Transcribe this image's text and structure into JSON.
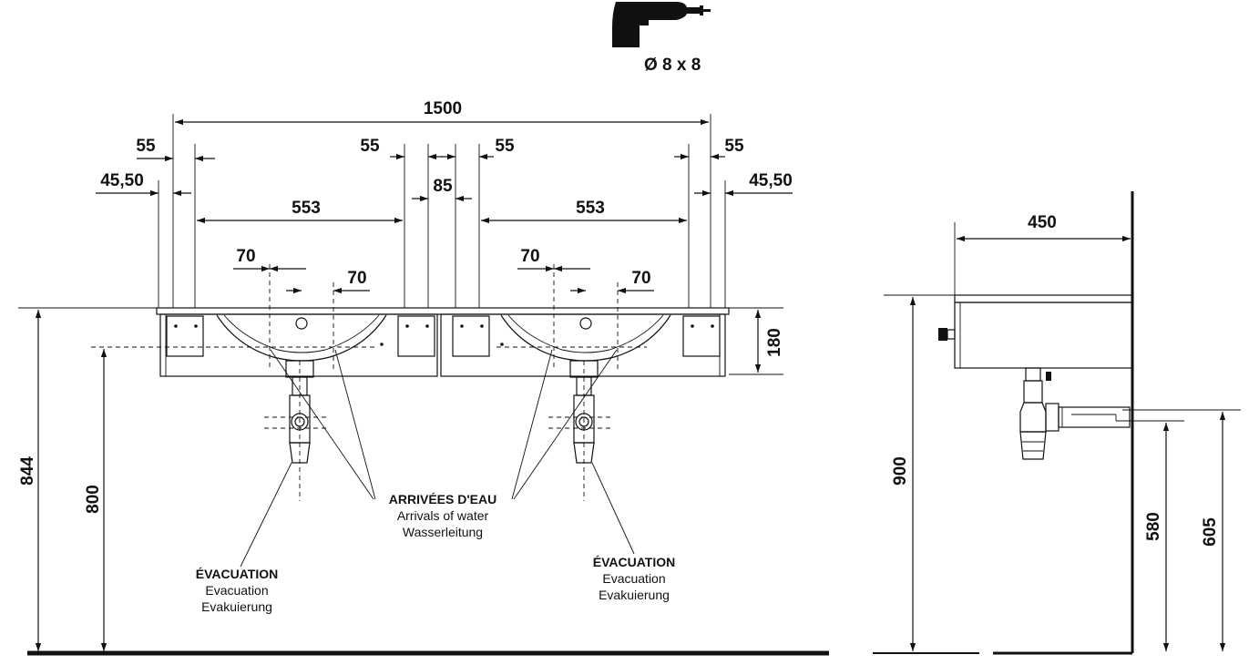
{
  "drill": {
    "label": "Ø 8 x 8",
    "icon": "drill-icon"
  },
  "front_view": {
    "dimensions": {
      "total_width": "1500",
      "outer_offset_left": "55",
      "outer_edge_left": "45,50",
      "basin_span_left": "553",
      "inner_offset_left": "55",
      "center_gap": "85",
      "inner_offset_right": "55",
      "basin_span_right": "553",
      "outer_offset_right": "55",
      "outer_edge_right": "45,50",
      "tap_left_a": "70",
      "tap_left_b": "70",
      "tap_right_a": "70",
      "tap_right_b": "70",
      "cabinet_height": "180",
      "top_height": "844",
      "supply_height": "800"
    },
    "labels": {
      "water_title": "ARRIVÉES D'EAU",
      "water_en": "Arrivals of water",
      "water_de": "Wasserleitung",
      "evac_left_title": "ÉVACUATION",
      "evac_left_en": "Evacuation",
      "evac_left_de": "Evakuierung",
      "evac_right_title": "ÉVACUATION",
      "evac_right_en": "Evacuation",
      "evac_right_de": "Evakuierung"
    }
  },
  "side_view": {
    "dimensions": {
      "depth": "450",
      "height": "900",
      "drain_low": "580",
      "drain_high": "605"
    }
  }
}
